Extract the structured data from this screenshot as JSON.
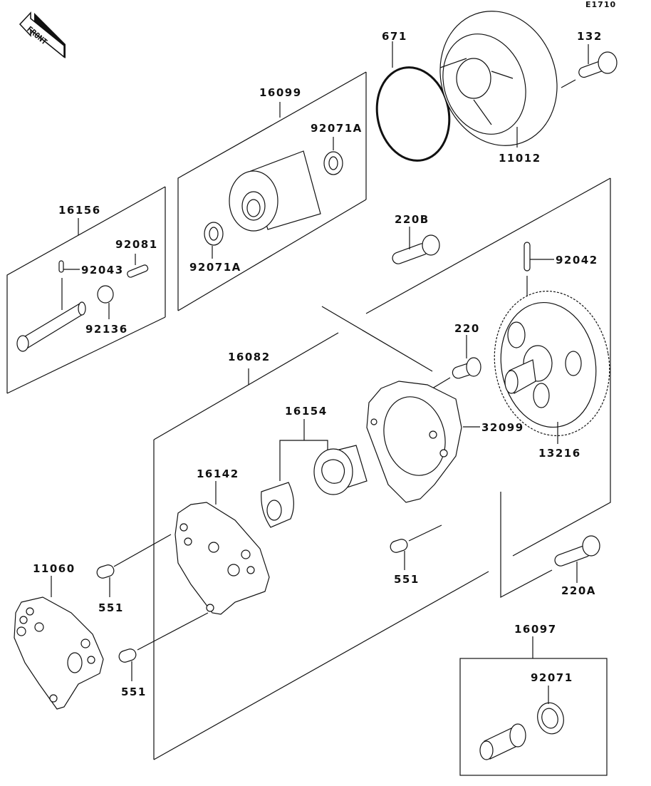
{
  "diagram": {
    "code": "E1710",
    "front_indicator": "FRONT",
    "groups": [
      {
        "id": "16156",
        "label": "16156",
        "parts": [
          "92043",
          "92081",
          "92136"
        ]
      },
      {
        "id": "16099",
        "label": "16099",
        "parts": [
          "92071A",
          "92071A"
        ]
      },
      {
        "id": "16082",
        "label": "16082",
        "parts": [
          "16154",
          "16142",
          "32099",
          "551",
          "551",
          "551"
        ]
      },
      {
        "id": "16097",
        "label": "16097",
        "parts": [
          "92071"
        ]
      }
    ],
    "labels": {
      "p671": "671",
      "p132": "132",
      "p11012": "11012",
      "p16099": "16099",
      "p92071A_top": "92071A",
      "p92071A_bottom": "92071A",
      "p16156": "16156",
      "p92081": "92081",
      "p92043": "92043",
      "p92136": "92136",
      "p220B": "220B",
      "p92042": "92042",
      "p220": "220",
      "p16082": "16082",
      "p16154": "16154",
      "p32099": "32099",
      "p13216": "13216",
      "p16142": "16142",
      "p11060": "11060",
      "p551_left_top": "551",
      "p551_left_bottom": "551",
      "p551_right": "551",
      "p220A": "220A",
      "p16097": "16097",
      "p92071": "92071"
    }
  }
}
